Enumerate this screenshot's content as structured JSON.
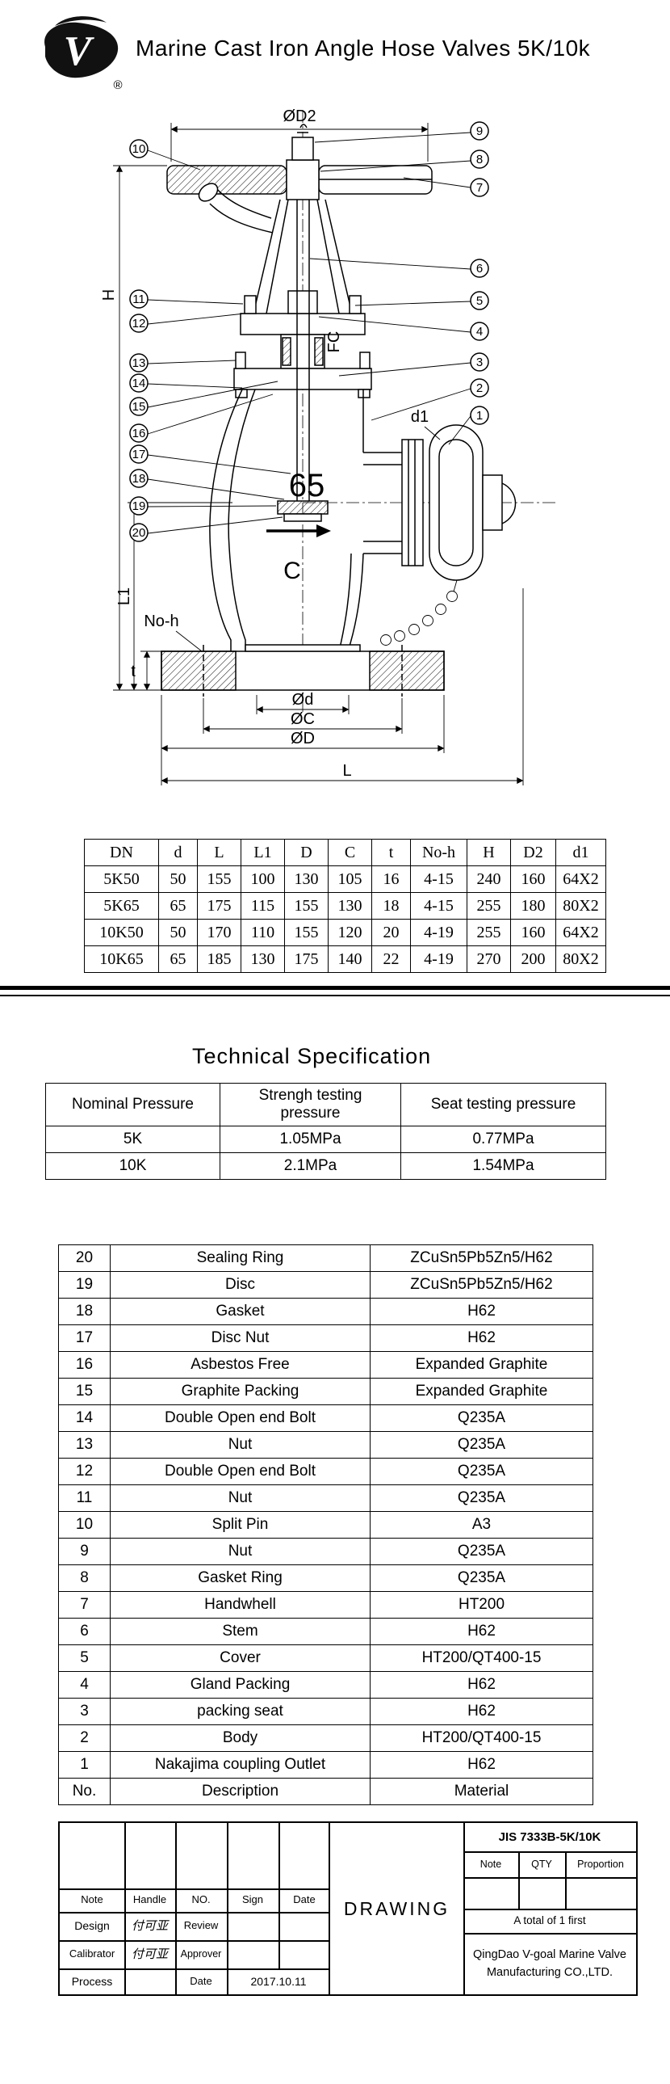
{
  "header": {
    "title": "Marine Cast Iron Angle Hose Valves 5K/10k",
    "logo_letter": "V",
    "logo_registered": "®"
  },
  "drawing": {
    "callouts": [
      "1",
      "2",
      "3",
      "4",
      "5",
      "6",
      "7",
      "8",
      "9",
      "10",
      "11",
      "12",
      "13",
      "14",
      "15",
      "16",
      "17",
      "18",
      "19",
      "20"
    ],
    "labels": {
      "dia_d2": "ØD2",
      "h": "H",
      "l1": "L1",
      "fc": "FC",
      "bore": "65",
      "c": "C",
      "d1": "d1",
      "no_h": "No-h",
      "t": "t",
      "dia_d": "Ød",
      "dia_c": "ØC",
      "dia_big_d": "ØD",
      "l": "L"
    }
  },
  "dimension_table": {
    "headers": [
      "DN",
      "d",
      "L",
      "L1",
      "D",
      "C",
      "t",
      "No-h",
      "H",
      "D2",
      "d1"
    ],
    "rows": [
      [
        "5K50",
        "50",
        "155",
        "100",
        "130",
        "105",
        "16",
        "4-15",
        "240",
        "160",
        "64X2"
      ],
      [
        "5K65",
        "65",
        "175",
        "115",
        "155",
        "130",
        "18",
        "4-15",
        "255",
        "180",
        "80X2"
      ],
      [
        "10K50",
        "50",
        "170",
        "110",
        "155",
        "120",
        "20",
        "4-19",
        "255",
        "160",
        "64X2"
      ],
      [
        "10K65",
        "65",
        "185",
        "130",
        "175",
        "140",
        "22",
        "4-19",
        "270",
        "200",
        "80X2"
      ]
    ]
  },
  "tech_spec": {
    "heading": "Technical Specification",
    "headers": [
      "Nominal Pressure",
      "Strengh testing\npressure",
      "Seat testing pressure"
    ],
    "rows": [
      [
        "5K",
        "1.05MPa",
        "0.77MPa"
      ],
      [
        "10K",
        "2.1MPa",
        "1.54MPa"
      ]
    ]
  },
  "parts": {
    "rows": [
      [
        "20",
        "Sealing Ring",
        "ZCuSn5Pb5Zn5/H62"
      ],
      [
        "19",
        "Disc",
        "ZCuSn5Pb5Zn5/H62"
      ],
      [
        "18",
        "Gasket",
        "H62"
      ],
      [
        "17",
        "Disc Nut",
        "H62"
      ],
      [
        "16",
        "Asbestos Free",
        "Expanded Graphite"
      ],
      [
        "15",
        "Graphite Packing",
        "Expanded Graphite"
      ],
      [
        "14",
        "Double Open end Bolt",
        "Q235A"
      ],
      [
        "13",
        "Nut",
        "Q235A"
      ],
      [
        "12",
        "Double Open end Bolt",
        "Q235A"
      ],
      [
        "11",
        "Nut",
        "Q235A"
      ],
      [
        "10",
        "Split Pin",
        "A3"
      ],
      [
        "9",
        "Nut",
        "Q235A"
      ],
      [
        "8",
        "Gasket Ring",
        "Q235A"
      ],
      [
        "7",
        "Handwhell",
        "HT200"
      ],
      [
        "6",
        "Stem",
        "H62"
      ],
      [
        "5",
        "Cover",
        "HT200/QT400-15"
      ],
      [
        "4",
        "Gland Packing",
        "H62"
      ],
      [
        "3",
        "packing seat",
        "H62"
      ],
      [
        "2",
        "Body",
        "HT200/QT400-15"
      ],
      [
        "1",
        "Nakajima coupling Outlet",
        "H62"
      ]
    ],
    "footer": [
      "No.",
      "Description",
      "Material"
    ]
  },
  "title_block": {
    "drawing_no": "JIS 7333B-5K/10K",
    "right_headers": [
      "Note",
      "QTY",
      "Proportion"
    ],
    "total_note": "A total of 1 first",
    "company_line1": "QingDao V-goal Marine Valve",
    "company_line2": "Manufacturing CO.,LTD.",
    "drawing_label": "DRAWING",
    "left_headers": [
      "Note",
      "Handle",
      "NO.",
      "Sign",
      "Date"
    ],
    "design_label": "Design",
    "design_sign": "付可亚",
    "review_label": "Review",
    "calibrator_label": "Calibrator",
    "calibrator_sign": "付可亚",
    "approver_label": "Approver",
    "process_label": "Process",
    "date_label": "Date",
    "date_value": "2017.10.11"
  }
}
